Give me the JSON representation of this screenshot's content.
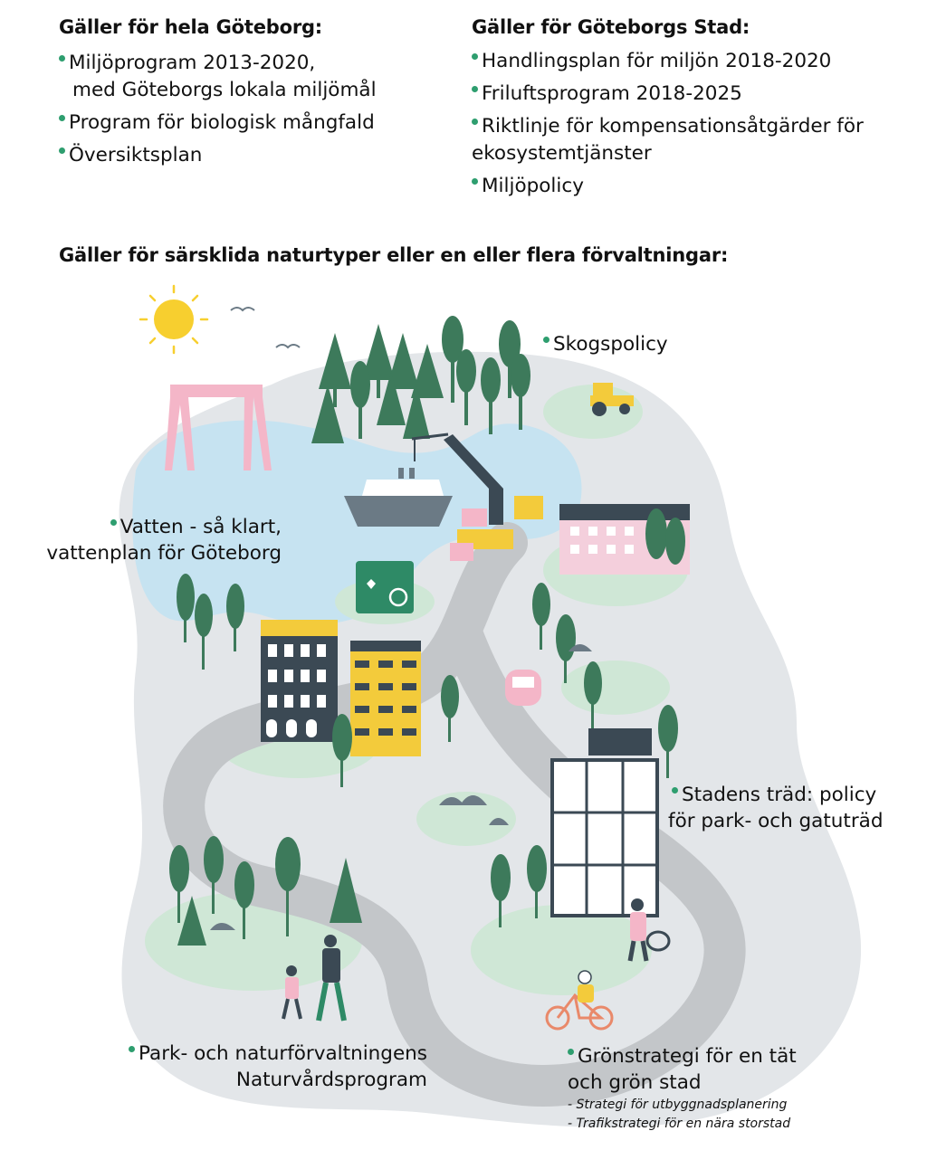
{
  "col_left": {
    "heading": "Gäller för hela Göteborg:",
    "items": [
      {
        "line1": "Miljöprogram 2013-2020,",
        "line2": "med Göteborgs lokala miljömål"
      },
      {
        "line1": "Program för biologisk mångfald"
      },
      {
        "line1": "Översiktsplan"
      }
    ]
  },
  "col_right": {
    "heading": "Gäller för Göteborgs Stad:",
    "items": [
      {
        "line1": "Handlingsplan för miljön 2018-2020"
      },
      {
        "line1": "Friluftsprogram 2018-2025"
      },
      {
        "line1": "Riktlinje för kompensationsåtgärder för",
        "line2": "ekosystemtjänster"
      },
      {
        "line1": "Miljöpolicy"
      }
    ]
  },
  "section_heading": "Gäller för särsklida naturtyper eller en eller flera förvaltningar:",
  "map_labels": {
    "skog": "Skogspolicy",
    "vatten_1": "Vatten - så klart,",
    "vatten_2": "vattenplan för Göteborg",
    "trad_1": "Stadens träd: policy",
    "trad_2": "för park- och gatuträd",
    "park_1": "Park- och naturförvaltningens",
    "park_2": "Naturvårdsprogram",
    "gron_1": "Grönstrategi för en tät",
    "gron_2": "och grön stad",
    "gron_sub_1": "- Strategi för utbyggnadsplanering",
    "gron_sub_2": "- Trafikstrategi för en nära storstad"
  },
  "colors": {
    "bullet": "#2e9e6f",
    "land": "#e3e6e9",
    "water": "#c6e3f1",
    "road": "#c3c6c9",
    "grass": "#cfe7d6",
    "tree": "#3d7a5b",
    "building_dark": "#3b4954",
    "building_yellow": "#f3cb3b",
    "building_pink": "#f4cfdc",
    "sun": "#f7cf2f",
    "crane_pink": "#f4b6c8"
  }
}
